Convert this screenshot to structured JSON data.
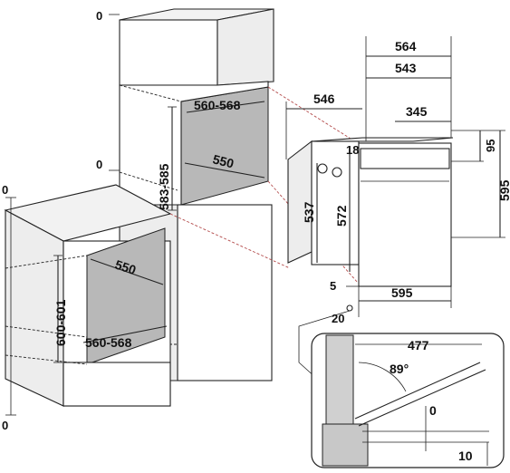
{
  "dimensions": {
    "column_top_zero": "0",
    "column_mid_zero": "0",
    "under_top_zero": "0",
    "under_bottom_zero": "0",
    "column_niche_width": "560-568",
    "column_niche_height": "583-585",
    "column_niche_depth": "550",
    "under_niche_depth": "550",
    "under_niche_height": "600-601",
    "under_niche_width": "560-568",
    "oven_total_depth": "564",
    "oven_body_depth": "543",
    "oven_side_depth": "546",
    "oven_back_depth": "345",
    "oven_panel_height": "95",
    "oven_inner_offset": "18",
    "oven_body_height": "537",
    "oven_front_height": "572",
    "oven_total_height": "595",
    "oven_width": "595",
    "oven_bottom_offset": "5",
    "oven_front_thickness": "20",
    "door_open_depth": "477",
    "door_angle": "89°",
    "door_gap_top": "0",
    "door_gap_bottom": "10"
  },
  "colors": {
    "line": "#222222",
    "niche_shade": "#b8b8b8",
    "red_guide": "#b34a4a"
  }
}
